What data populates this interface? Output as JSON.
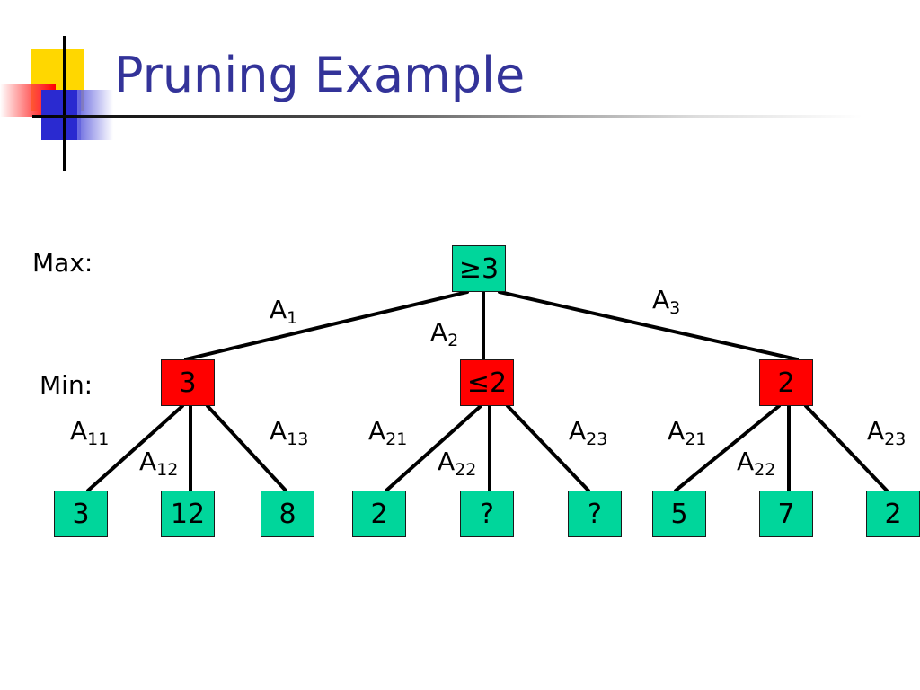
{
  "title": "Pruning Example",
  "levels": {
    "max": "Max:",
    "min": "Min:"
  },
  "root": {
    "value": "≥3"
  },
  "min_nodes": [
    "3",
    "≤2",
    "2"
  ],
  "leaves": [
    "3",
    "12",
    "8",
    "2",
    "?",
    "?",
    "5",
    "7",
    "2"
  ],
  "root_edges": [
    {
      "base": "A",
      "sub": "1"
    },
    {
      "base": "A",
      "sub": "2"
    },
    {
      "base": "A",
      "sub": "3"
    }
  ],
  "leaf_edges": [
    {
      "base": "A",
      "sub": "11"
    },
    {
      "base": "A",
      "sub": "12"
    },
    {
      "base": "A",
      "sub": "13"
    },
    {
      "base": "A",
      "sub": "21"
    },
    {
      "base": "A",
      "sub": "22"
    },
    {
      "base": "A",
      "sub": "23"
    },
    {
      "base": "A",
      "sub": "21"
    },
    {
      "base": "A",
      "sub": "22"
    },
    {
      "base": "A",
      "sub": "23"
    }
  ],
  "colors": {
    "title": "#333399",
    "max_node": "#00d69b",
    "min_node": "#ff0000",
    "leaf_node": "#00d69b"
  }
}
